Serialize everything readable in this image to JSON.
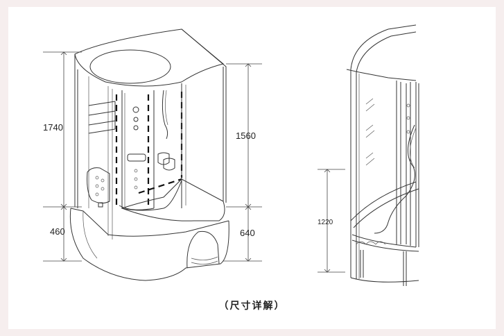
{
  "dimensions": {
    "total_height": "1740",
    "column_height": "1560",
    "base_height_left": "460",
    "base_height_right": "640",
    "tray_height": "1220"
  },
  "caption": "（尺寸详解）",
  "colors": {
    "background": "#f6eeee",
    "paper": "#ffffff",
    "line": "#333333"
  }
}
